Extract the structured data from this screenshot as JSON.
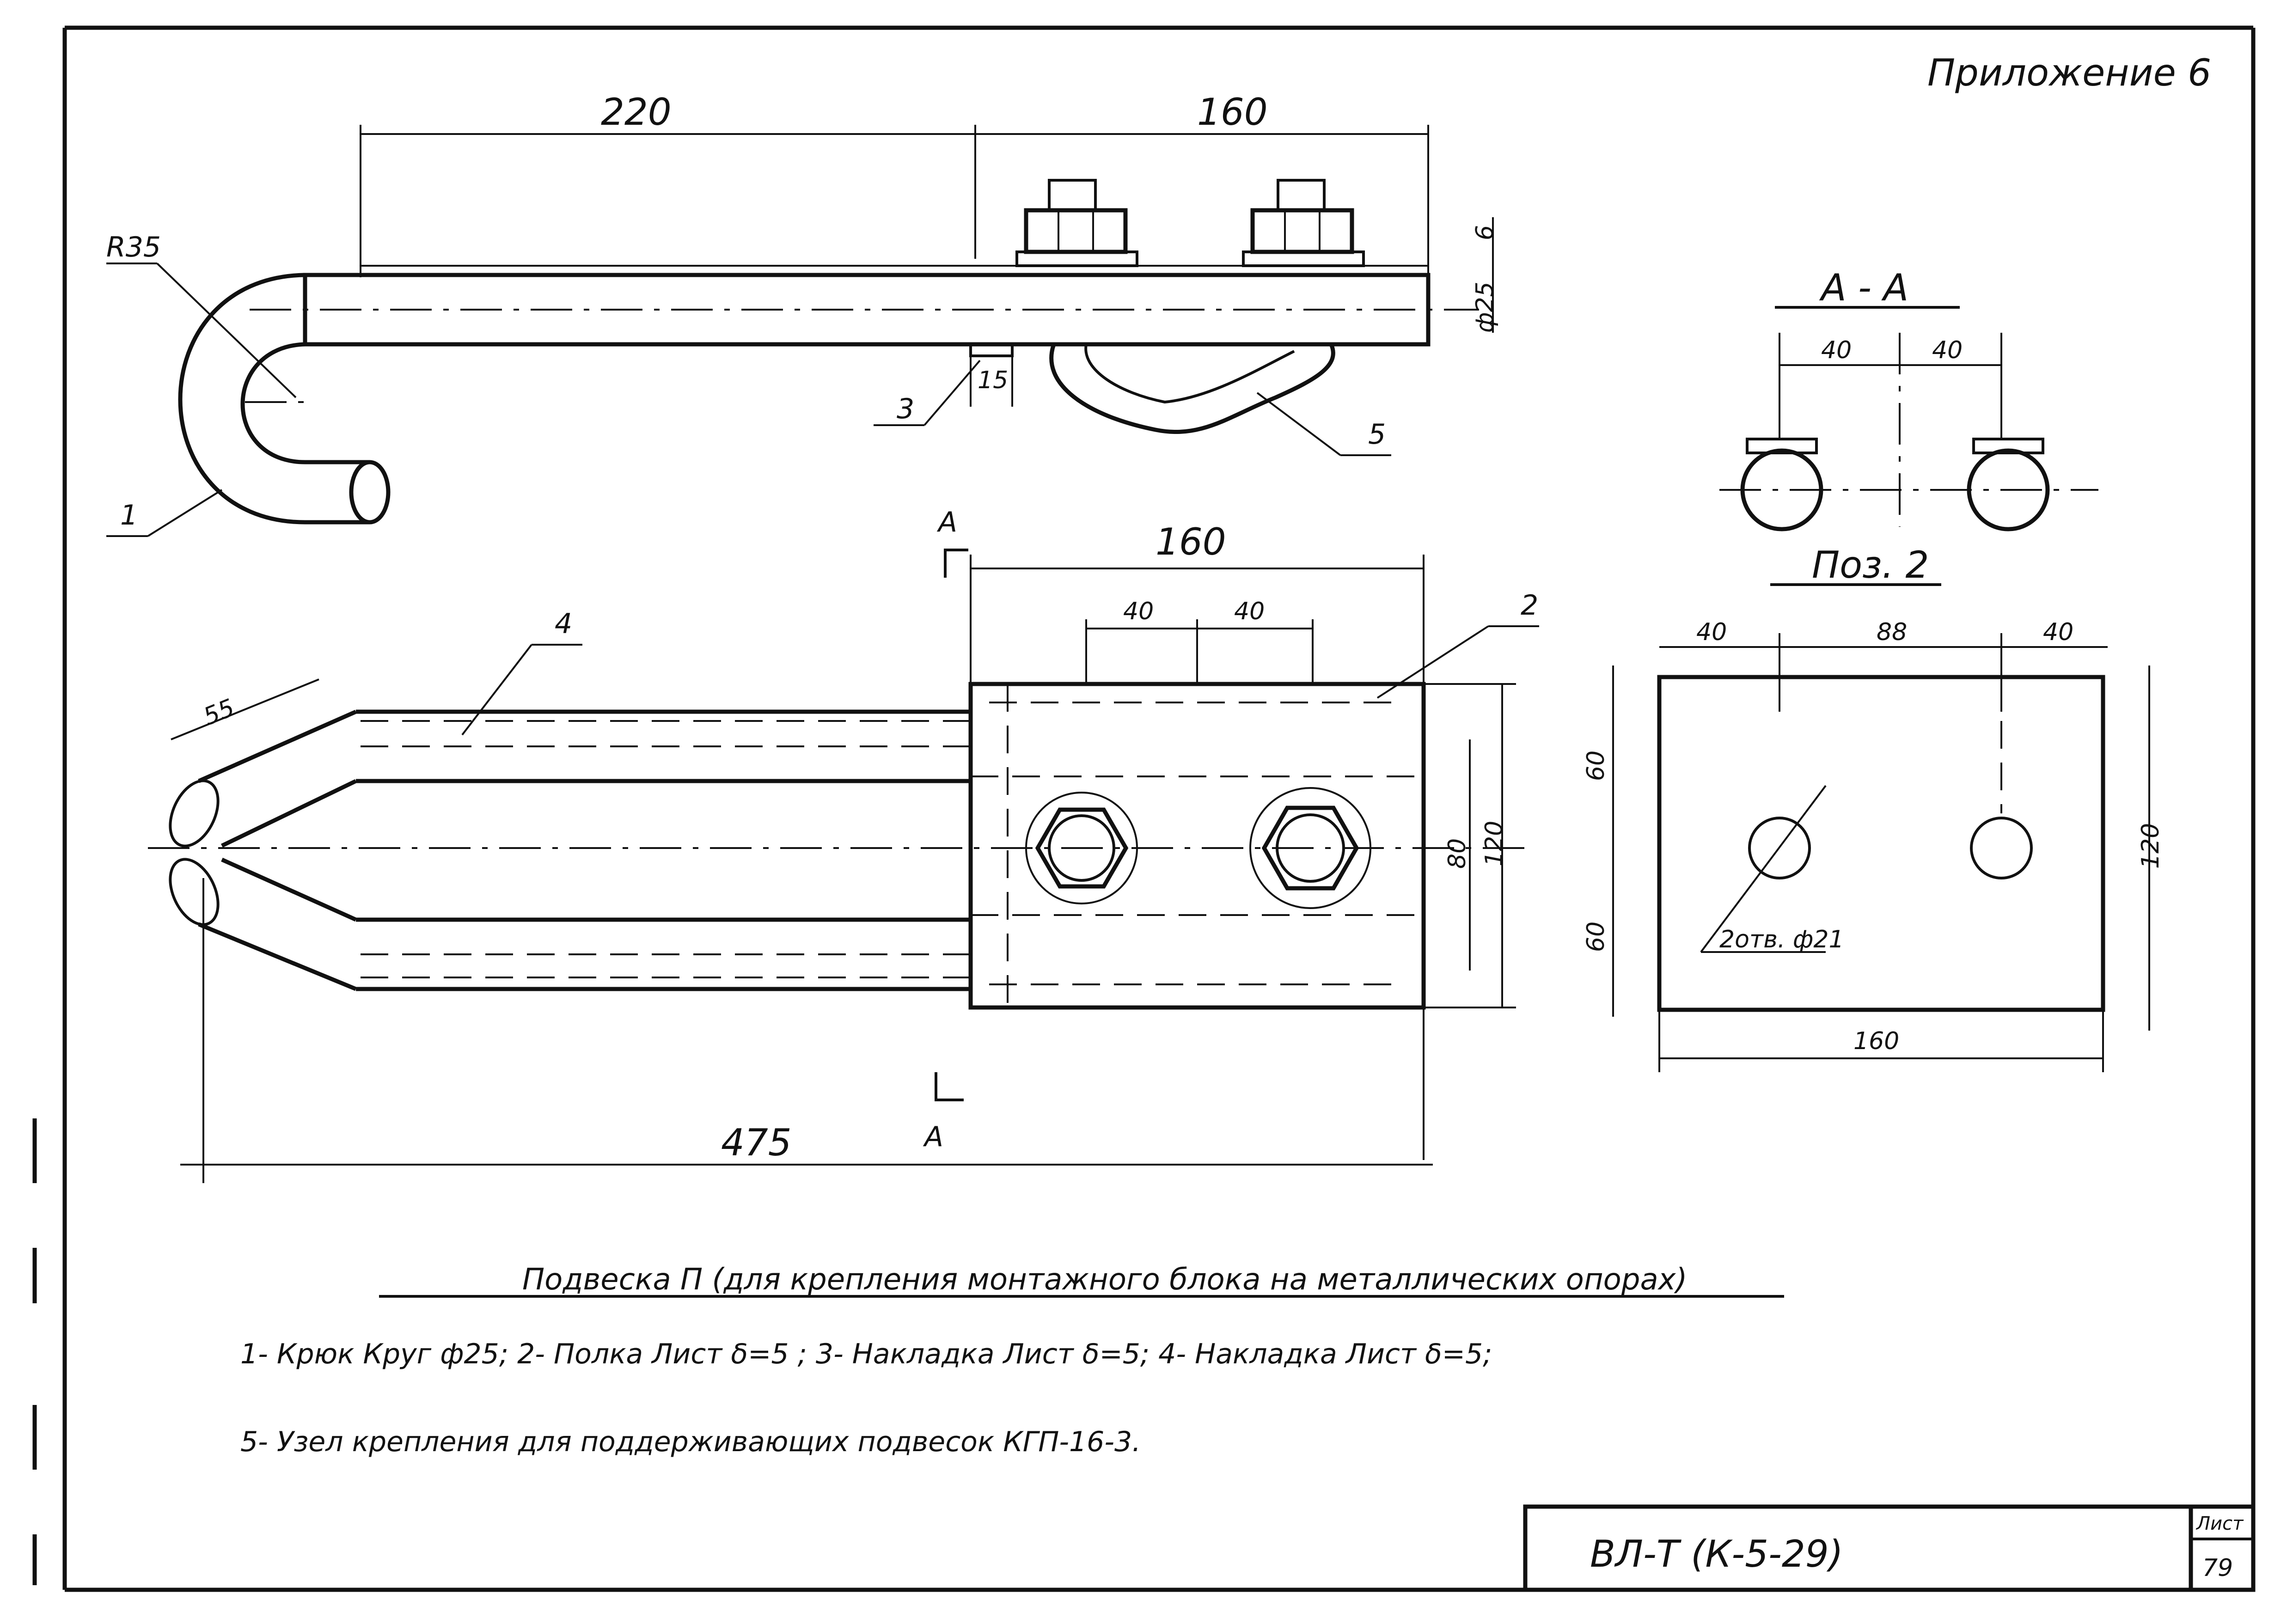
{
  "sheet": {
    "appendix": "Приложение 6",
    "code": "ВЛ-Т (К-5-29)",
    "sheet_label": "Лист",
    "sheet_number": "79"
  },
  "side_view": {
    "dim_left": "220",
    "dim_right": "160",
    "radius": "R35",
    "thickness": "6",
    "diameter": "ф25",
    "pad_width": "15",
    "callouts": [
      "1",
      "3",
      "5"
    ]
  },
  "plan_view": {
    "dim_plate": "160",
    "dim_hole_1": "40",
    "dim_hole_2": "40",
    "dim_total": "475",
    "dim_inner": "80",
    "dim_outer": "120",
    "dim_end": "55",
    "section_mark": "А",
    "callouts": [
      "2",
      "4"
    ]
  },
  "section_aa": {
    "title": "А - А",
    "dim_left": "40",
    "dim_right": "40"
  },
  "pos2": {
    "title": "Поз. 2",
    "dim_top_left": "40",
    "dim_top_mid": "88",
    "dim_top_right": "40",
    "dim_left_upper": "60",
    "dim_left_lower": "60",
    "dim_right": "120",
    "dim_bottom": "160",
    "hole_note": "2отв. ф21"
  },
  "notes": {
    "title": "Подвеска П (для крепления монтажного блока на металлических опорах)",
    "line1": "1- Крюк Круг ф25;  2- Полка Лист δ=5 ; 3- Накладка Лист δ=5;  4- Накладка Лист δ=5;",
    "line2": "5- Узел крепления для поддерживающих подвесок КГП-16-3."
  }
}
